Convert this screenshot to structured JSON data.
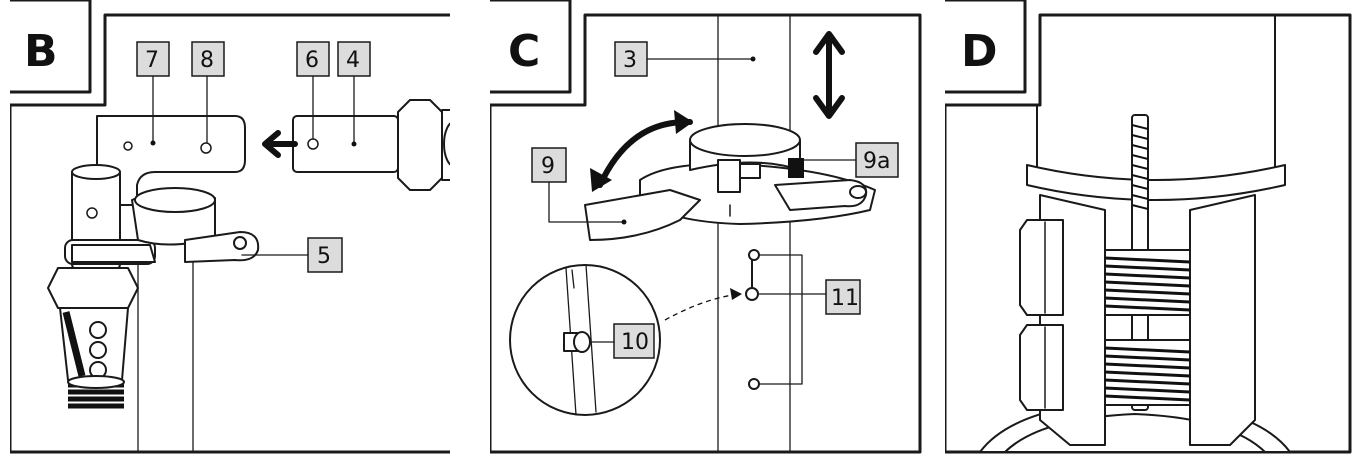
{
  "panels": [
    {
      "letter": "B",
      "labels": {
        "l7": "7",
        "l8": "8",
        "l6": "6",
        "l4": "4",
        "l5": "5"
      }
    },
    {
      "letter": "C",
      "labels": {
        "l3": "3",
        "l9": "9",
        "l9a": "9a",
        "l10": "10",
        "l11": "11"
      }
    },
    {
      "letter": "D",
      "labels": {}
    }
  ]
}
